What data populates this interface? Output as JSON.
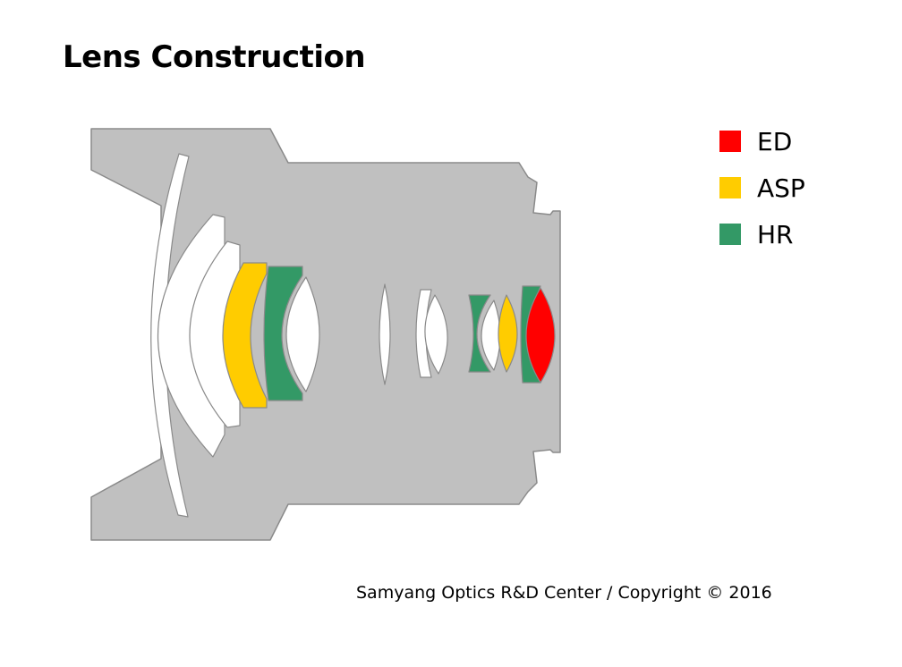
{
  "title": "Lens Construction",
  "colors": {
    "barrel": "#c0c0c0",
    "barrel_outline": "#8a8a8a",
    "glass": "#ffffff",
    "ed": "#ff0000",
    "asp": "#ffcc00",
    "hr": "#339966"
  },
  "legend": [
    {
      "label": "ED",
      "color": "#ff0000"
    },
    {
      "label": "ASP",
      "color": "#ffcc00"
    },
    {
      "label": "HR",
      "color": "#339966"
    }
  ],
  "elements": [
    {
      "id": 1,
      "type": "standard"
    },
    {
      "id": 2,
      "type": "standard"
    },
    {
      "id": 3,
      "type": "standard"
    },
    {
      "id": 4,
      "type": "asp"
    },
    {
      "id": 5,
      "type": "hr"
    },
    {
      "id": 6,
      "type": "standard"
    },
    {
      "id": 7,
      "type": "standard"
    },
    {
      "id": 8,
      "type": "standard"
    },
    {
      "id": 9,
      "type": "standard"
    },
    {
      "id": 10,
      "type": "hr"
    },
    {
      "id": 11,
      "type": "standard"
    },
    {
      "id": 12,
      "type": "asp"
    },
    {
      "id": 13,
      "type": "hr"
    },
    {
      "id": 14,
      "type": "ed"
    }
  ],
  "footer": "Samyang Optics R&D Center / Copyright © 2016"
}
